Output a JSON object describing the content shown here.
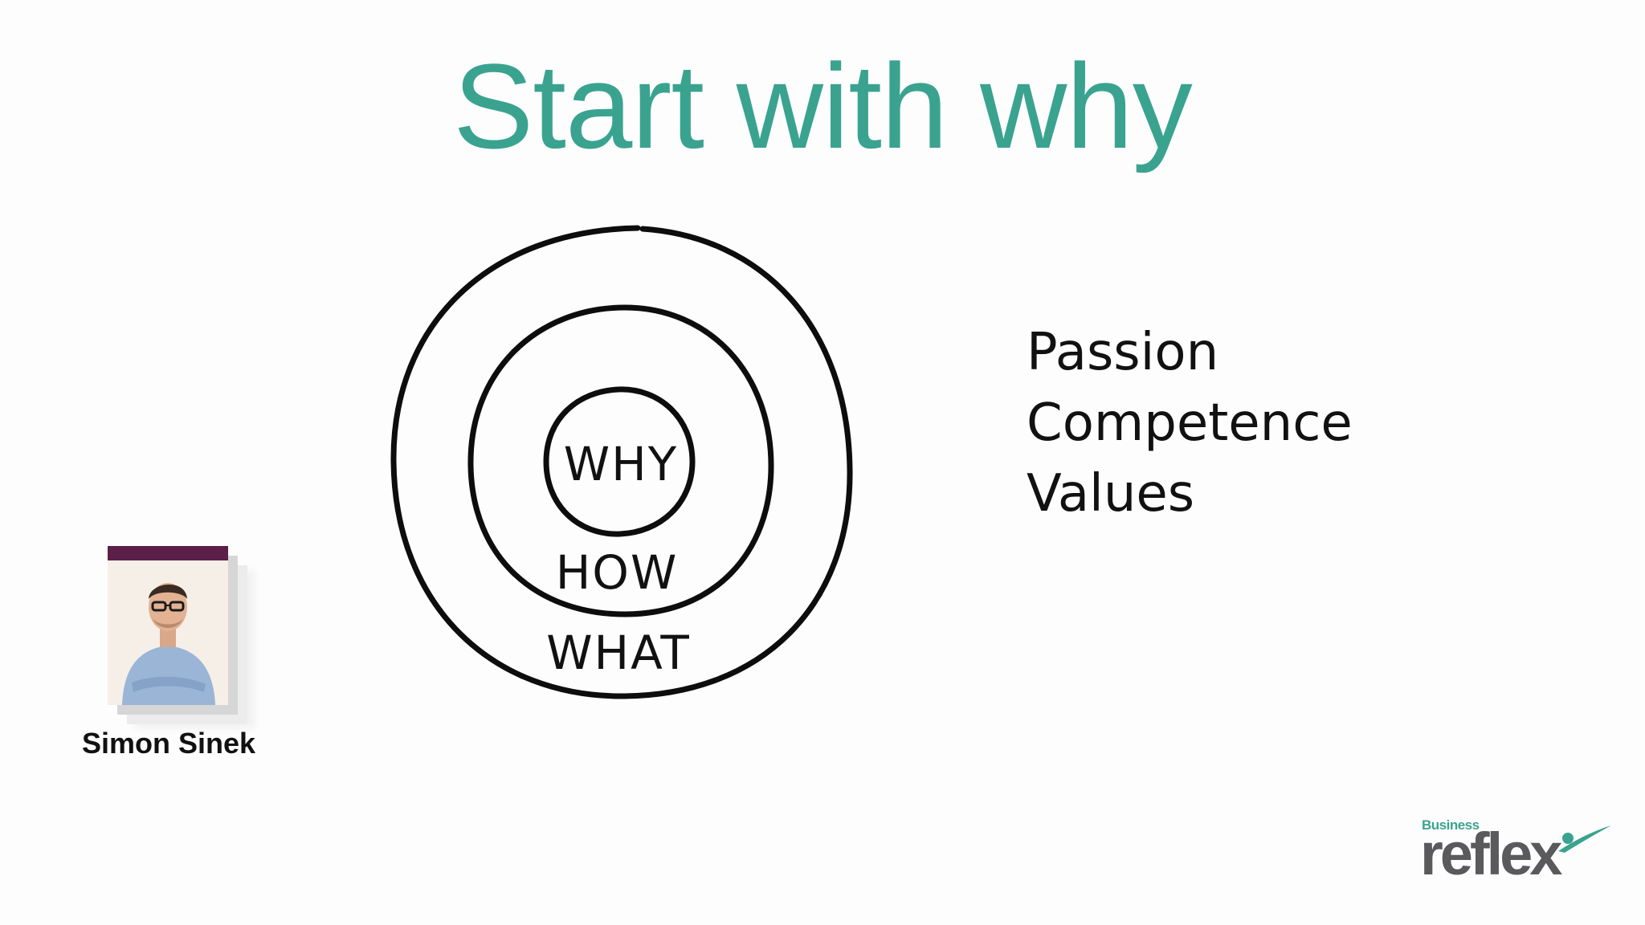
{
  "slide": {
    "title": "Start with why"
  },
  "golden_circle": {
    "inner": "WHY",
    "middle": "HOW",
    "outer": "WHAT"
  },
  "values": [
    "Passion",
    "Competence",
    "Values"
  ],
  "author": {
    "caption": "Simon Sinek"
  },
  "logo": {
    "small_text": "Business",
    "main_text": "reflex"
  },
  "colors": {
    "title": "#3aa38f",
    "logo_accent": "#3aa38f",
    "logo_text": "#5a5a5c",
    "photo_band": "#5b1f4a"
  }
}
